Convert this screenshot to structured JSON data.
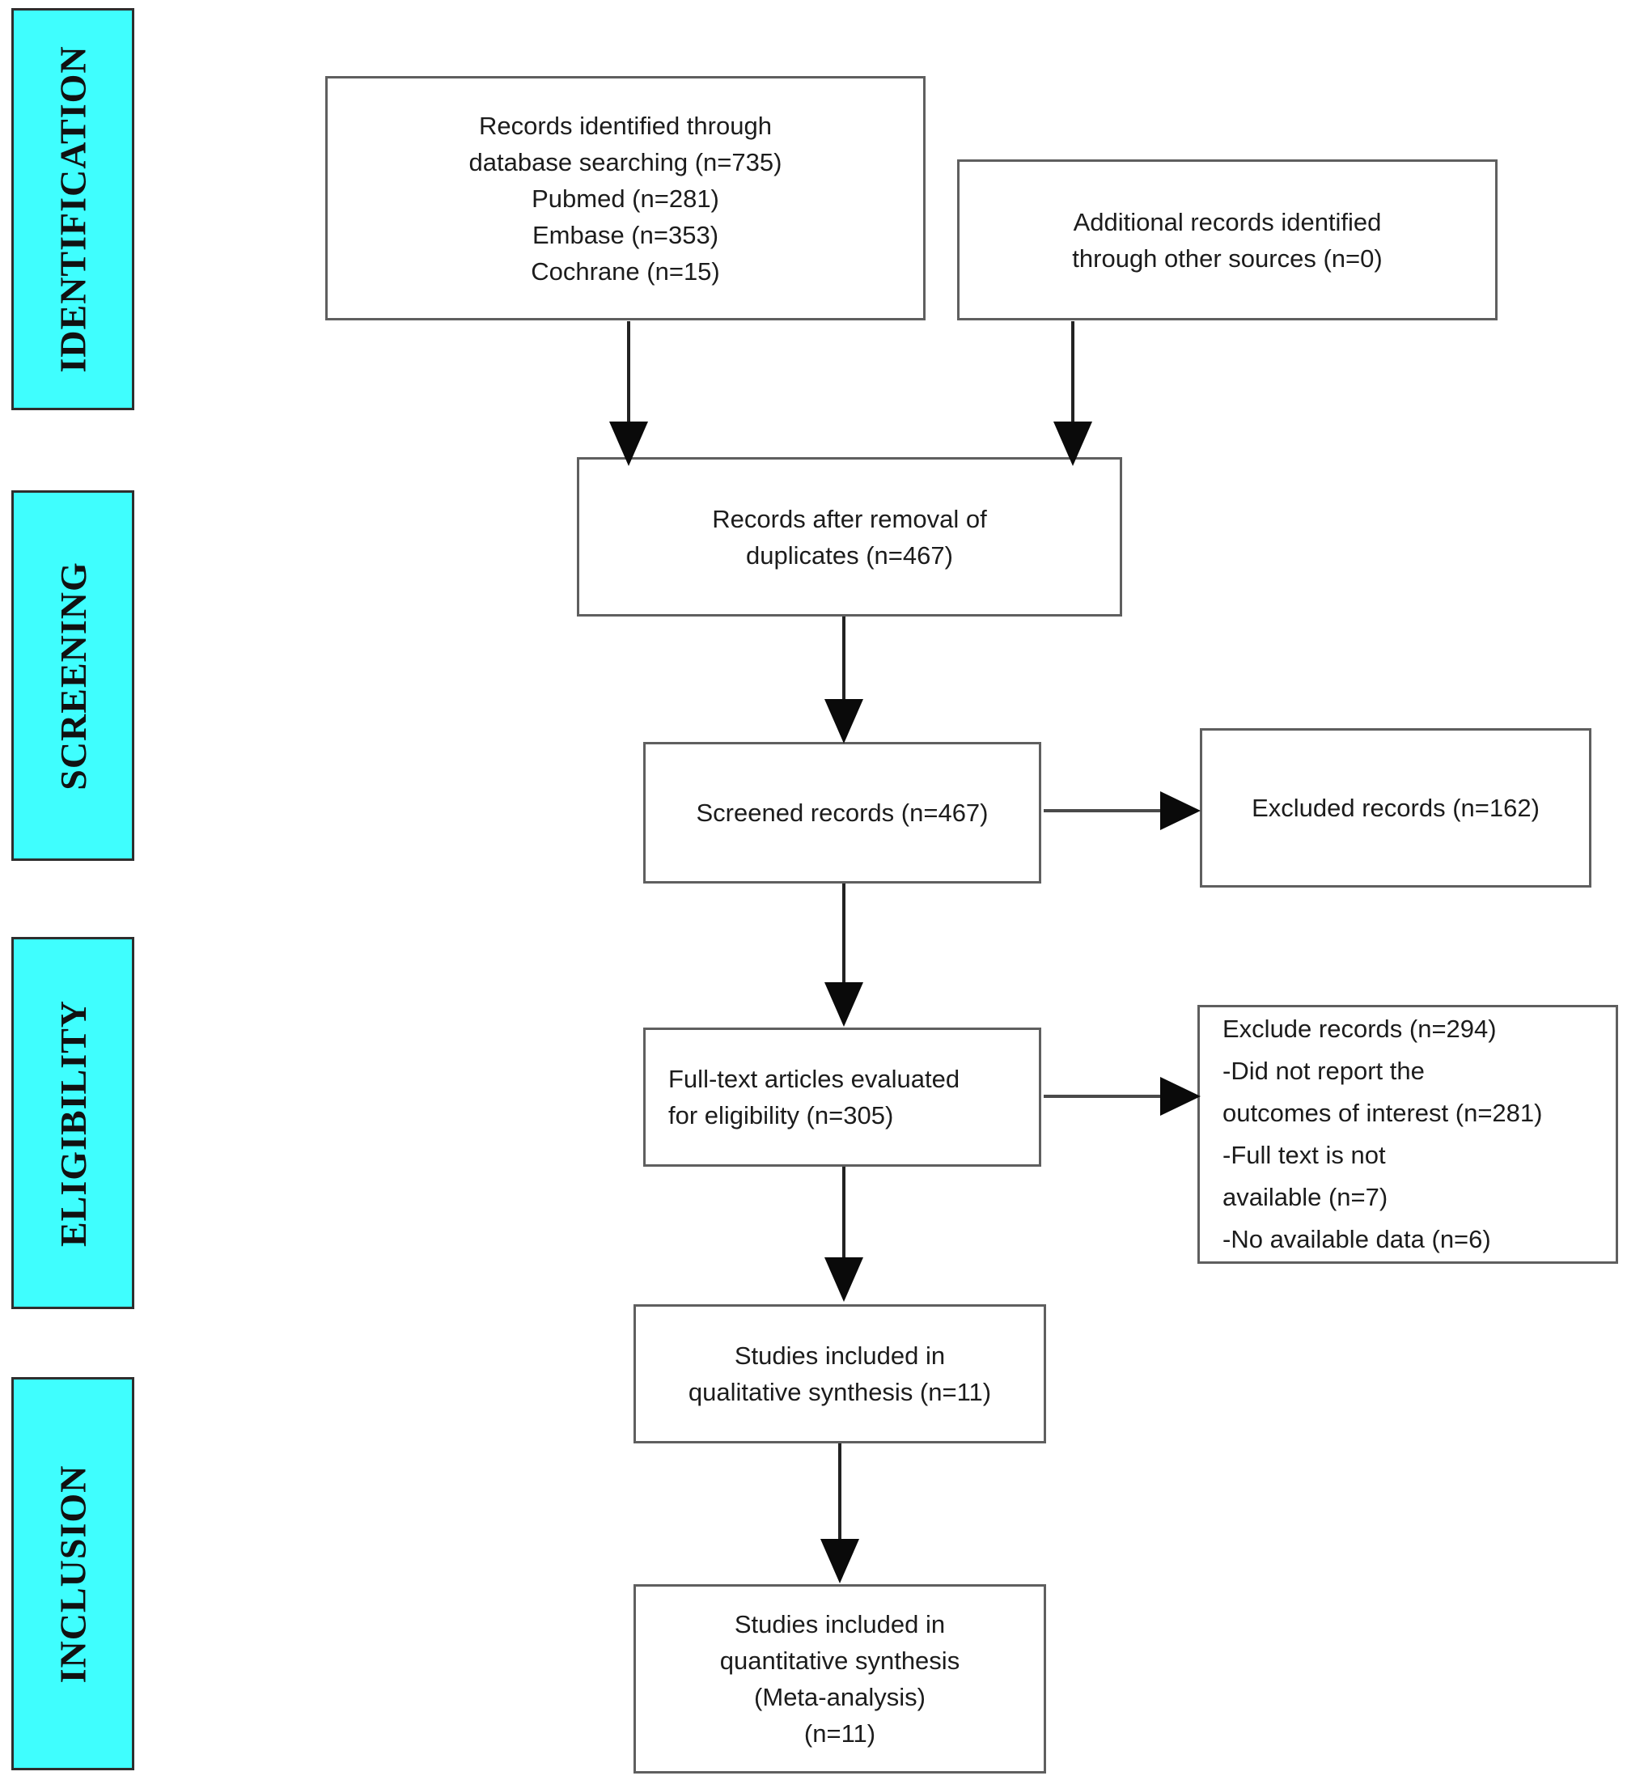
{
  "figure": {
    "type": "prisma-flow-diagram",
    "colors": {
      "stage_fill": "#3ffefe",
      "stage_border": "#2e2e2e",
      "box_border": "#5f5f5f",
      "arrow": "#0a0a0a",
      "text": "#1c1c1c"
    }
  },
  "stages": {
    "identification": "IDENTIFICATION",
    "screening": "SCREENING",
    "eligibility": "ELIGIBILITY",
    "inclusion": "INCLUSION"
  },
  "boxes": {
    "identified": {
      "lines": [
        "Records identified through",
        "database searching (n=735)",
        "Pubmed (n=281)",
        "Embase (n=353)",
        "Cochrane (n=15)"
      ]
    },
    "additional": {
      "lines": [
        "Additional records identified",
        "through other sources (n=0)"
      ]
    },
    "deduplicated": {
      "lines": [
        "Records after removal of",
        "duplicates (n=467)"
      ]
    },
    "screened": {
      "lines": [
        "Screened records (n=467)"
      ]
    },
    "excluded": {
      "lines": [
        "Excluded records (n=162)"
      ]
    },
    "fulltext": {
      "lines": [
        "Full-text articles evaluated",
        "for eligibility (n=305)"
      ]
    },
    "fulltext_excluded": {
      "lines": [
        "Exclude records (n=294)",
        "-Did not report the",
        "outcomes of interest (n=281)",
        "-Full text is not",
        "available (n=7)",
        "-No available data (n=6)"
      ]
    },
    "qualitative": {
      "lines": [
        "Studies included in",
        "qualitative synthesis (n=11)"
      ]
    },
    "quantitative": {
      "lines": [
        "Studies included in",
        "quantitative synthesis",
        "(Meta-analysis)",
        "(n=11)"
      ]
    }
  }
}
